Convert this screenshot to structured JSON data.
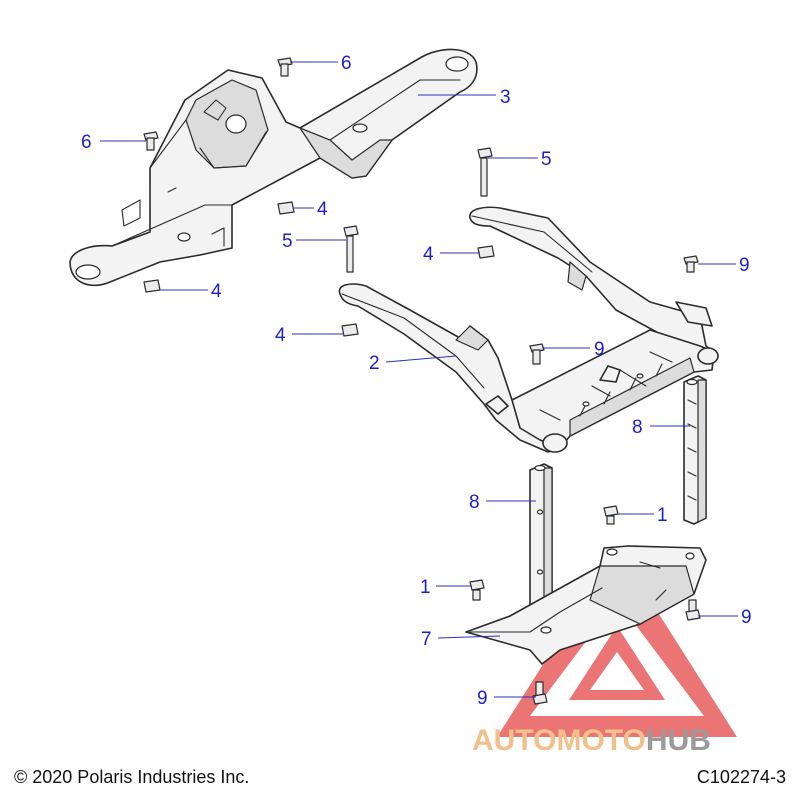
{
  "callouts": [
    {
      "label": "6"
    },
    {
      "label": "3"
    },
    {
      "label": "6"
    },
    {
      "label": "5"
    },
    {
      "label": "4"
    },
    {
      "label": "5"
    },
    {
      "label": "4"
    },
    {
      "label": "9"
    },
    {
      "label": "4"
    },
    {
      "label": "4"
    },
    {
      "label": "2"
    },
    {
      "label": "9"
    },
    {
      "label": "8"
    },
    {
      "label": "8"
    },
    {
      "label": "1"
    },
    {
      "label": "1"
    },
    {
      "label": "9"
    },
    {
      "label": "7"
    },
    {
      "label": "9"
    }
  ],
  "copyright": "© 2020 Polaris Industries Inc.",
  "figure_code": "C102274-3",
  "watermark": {
    "word_1": "AUTOMOTO",
    "word_2": "HUB",
    "color_1": "#f2c08a",
    "color_2": "#9a9a9a",
    "triangle_color": "#e54848"
  }
}
